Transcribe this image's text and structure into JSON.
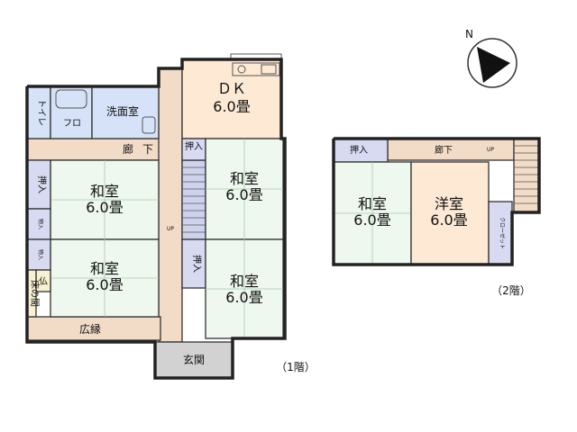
{
  "floor1": {
    "dk_name": "ＤＫ",
    "dk_size": "6.0畳",
    "washroom": "洗面室",
    "toilet": "トイレ",
    "bath": "フロ",
    "corridor": "廊下",
    "tatami_rooms": [
      {
        "name": "和室",
        "size": "6.0畳"
      },
      {
        "name": "和室",
        "size": "6.0畳"
      },
      {
        "name": "和室",
        "size": "6.0畳"
      },
      {
        "name": "和室",
        "size": "6.0畳"
      }
    ],
    "closet_a": "押入",
    "closet_b": "物入",
    "closet_c": "物入",
    "closet_d": "押入",
    "closet_e": "押入",
    "butsudan": "仏",
    "tokonoma": "床の間",
    "hiroen": "広縁",
    "entrance": "玄関",
    "stair_up": "UP",
    "floor_label": "（1階）"
  },
  "floor2": {
    "closet": "押入",
    "corridor": "廊下",
    "stair_up": "UP",
    "tatami_room": {
      "name": "和室",
      "size": "6.0畳"
    },
    "western_room": {
      "name": "洋室",
      "size": "6.0畳"
    },
    "wardrobe": "クローゼット",
    "floor_label": "（2階）"
  },
  "compass": {
    "north": "N"
  },
  "colors": {
    "dk": "#fde9d4",
    "wet": "#d6e2f7",
    "tatami": "#eef8ee",
    "corridor": "#f2dcc8",
    "stair": "#cdd3ec",
    "closet": "#d7daf1",
    "tokonoma": "#f7f0d2",
    "entrance": "#d2d2d2"
  }
}
